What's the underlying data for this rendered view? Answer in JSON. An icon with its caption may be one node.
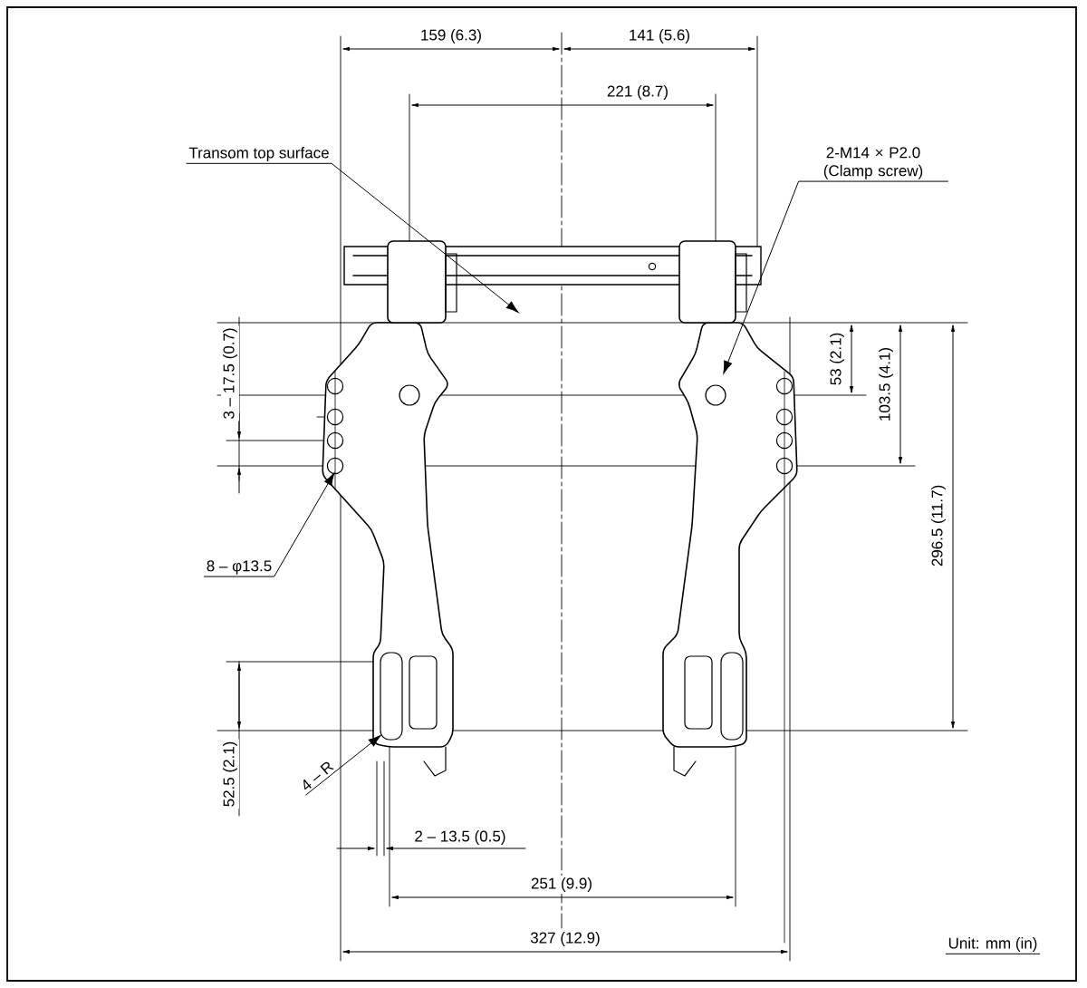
{
  "diagram": {
    "nodes": [
      {
        "text": [
          "Transom top surface"
        ]
      },
      {
        "text": [
          "2-M14 × P2.0 (Clamp screw)"
        ]
      },
      {
        "text": [
          "8 – φ13.5"
        ]
      },
      {
        "text": [
          "4 – R"
        ]
      }
    ],
    "edges": [
      {
        "from": 0,
        "to": null,
        "arrow": "to"
      },
      {
        "from": 1,
        "to": null,
        "arrow": "to"
      },
      {
        "from": 2,
        "to": null,
        "arrow": "to"
      },
      {
        "from": 3,
        "to": null,
        "arrow": "to"
      }
    ],
    "labels": [
      "159 (6.3)",
      "141 (5.6)",
      "221 (8.7)",
      "3 – 17.5 (0.7)",
      "53 (2.1)",
      "103.5 (4.1)",
      "296.5 (11.7)",
      "52.5 (2.1)",
      "2 – 13.5 (0.5)",
      "251 (9.9)",
      "327 (12.9)",
      "Unit: mm (in)"
    ]
  }
}
